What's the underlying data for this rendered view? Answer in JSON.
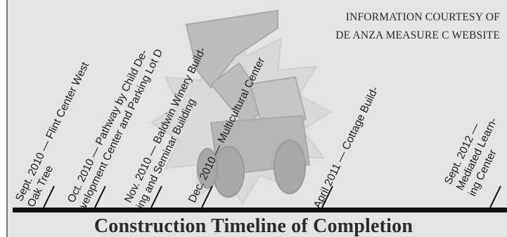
{
  "credit": {
    "line1": "INFORMATION COURTESY OF",
    "line2": "DE ANZA MEASURE C WEBSITE"
  },
  "timeline": [
    {
      "line1": "Sept. 2010 — Flint Center West",
      "line2": "Oak Tree"
    },
    {
      "line1": "Oct. 2010 — Pathway by Child De-",
      "line2": "velopment Center and Parking Lot D"
    },
    {
      "line1": "Nov. 2010 — Baldwin Winery Build-",
      "line2": "ing and Seminar Building"
    },
    {
      "line1": "Dec. 2010 — Multicultural Center"
    },
    {
      "line1": "April 2011 — Cottage Build-"
    },
    {
      "line1": "Sept. 2012 —",
      "line2": "Mediated Learn-",
      "line3": "ing Center"
    }
  ],
  "title": "Construction Timeline of Completion",
  "colors": {
    "panel": "#e4e4e4",
    "ink": "#111111"
  },
  "icon": "bulldozer-illustration"
}
